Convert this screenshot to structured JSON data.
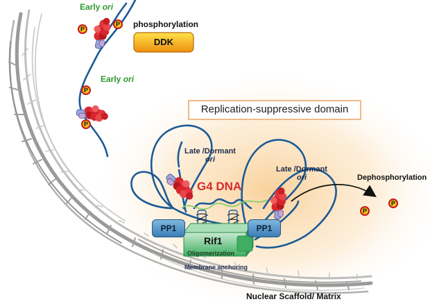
{
  "labels": {
    "early_ori_1": {
      "prefix": "Early ",
      "ori": "ori"
    },
    "early_ori_2": {
      "prefix": "Early ",
      "ori": "ori"
    },
    "phosphorylation": "phosphorylation",
    "ddk": "DDK",
    "domain_box": "Replication-suppressive domain",
    "late_ori_1": {
      "line1": "Late /Dormant",
      "line2": "ori"
    },
    "late_ori_2": {
      "line1": "Late /Dormant",
      "line2": "ori"
    },
    "g4_dna": "G4 DNA",
    "dephosphorylation": "Dephosphorylation",
    "pp1_left": "PP1",
    "pp1_right": "PP1",
    "rif1": "Rif1",
    "oligomerization": "Oligomerization",
    "membrane_anchoring": "Membrane anchoring",
    "nuclear_scaffold": "Nuclear Scaffold/ Matrix",
    "p": "P"
  },
  "colors": {
    "dna": "#1a5a96",
    "ori_green": "#2f9a2f",
    "g4_red": "#d92b2b",
    "mcm_red": "#d9262e",
    "ddk_gold": "#f2a516",
    "pp1_blue": "#3b7db6",
    "rif1_green": "#5fbf7e",
    "domain_border": "#f0b98a"
  }
}
